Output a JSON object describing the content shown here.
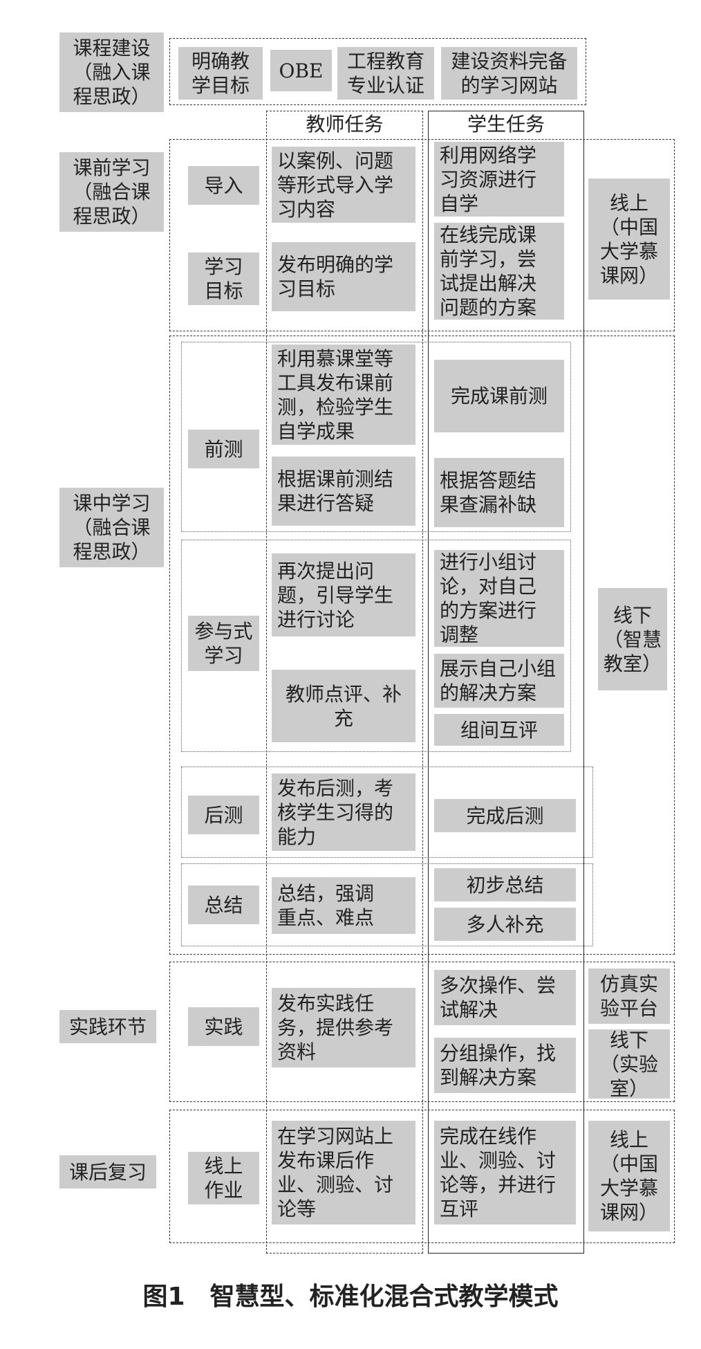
{
  "diagram": {
    "caption": "图1　智慧型、标准化混合式教学模式",
    "stages": {
      "course_build": "课程建设\n（融入课\n程思政）",
      "pre_class": "课前学习\n（融合课\n程思政）",
      "in_class": "课中学习\n（融合课\n程思政）",
      "practice": "实践环节",
      "post_class": "课后复习"
    },
    "course_build_items": [
      "明确教\n学目标",
      "OBE",
      "工程教育\n专业认证",
      "建设资料完备\n的学习网站"
    ],
    "column_headers": {
      "teacher": "教师任务",
      "student": "学生任务"
    },
    "steps": {
      "intro": "导入",
      "goal": "学习\n目标",
      "pretest": "前测",
      "participatory": "参与式\n学习",
      "posttest": "后测",
      "summary": "总结",
      "practice": "实践",
      "online_homework": "线上\n作业"
    },
    "teacher_tasks": {
      "intro": "以案例、问题\n等形式导入学\n习内容",
      "goal": "发布明确的学\n习目标",
      "pretest_1": "利用慕课堂等\n工具发布课前\n测，检验学生\n自学成果",
      "pretest_2": "根据课前测结\n果进行答疑",
      "participatory_1": "再次提出问\n题，引导学生\n进行讨论",
      "participatory_2": "教师点评、补充",
      "posttest": "发布后测，考\n核学生习得的\n能力",
      "summary": "总结，强调\n重点、难点",
      "practice": "发布实践任\n务，提供参考\n资料",
      "homework": "在学习网站上\n发布课后作\n业、测验、讨\n论等"
    },
    "student_tasks": {
      "pre_1": "利用网络学\n习资源进行\n自学",
      "pre_2": "在线完成课\n前学习，尝\n试提出解决\n问题的方案",
      "pretest_1": "完成课前测",
      "pretest_2": "根据答题结\n果查漏补缺",
      "participatory_1": "进行小组讨\n论，对自己\n的方案进行\n调整",
      "participatory_2": "展示自己小组\n的解决方案",
      "participatory_3": "组间互评",
      "posttest": "完成后测",
      "summary_1": "初步总结",
      "summary_2": "多人补充",
      "practice_1": "多次操作、尝\n试解决",
      "practice_2": "分组操作，找\n到解决方案",
      "homework": "完成在线作\n业、测验、讨\n论等，并进行\n互评"
    },
    "modes": {
      "pre": "线上\n（中国\n大学慕\n课网）",
      "in": "线下\n（智慧\n教室）",
      "practice_1": "仿真实\n验平台",
      "practice_2": "线下\n（实验\n室）",
      "post": "线上\n（中国\n大学慕\n课网）"
    }
  }
}
